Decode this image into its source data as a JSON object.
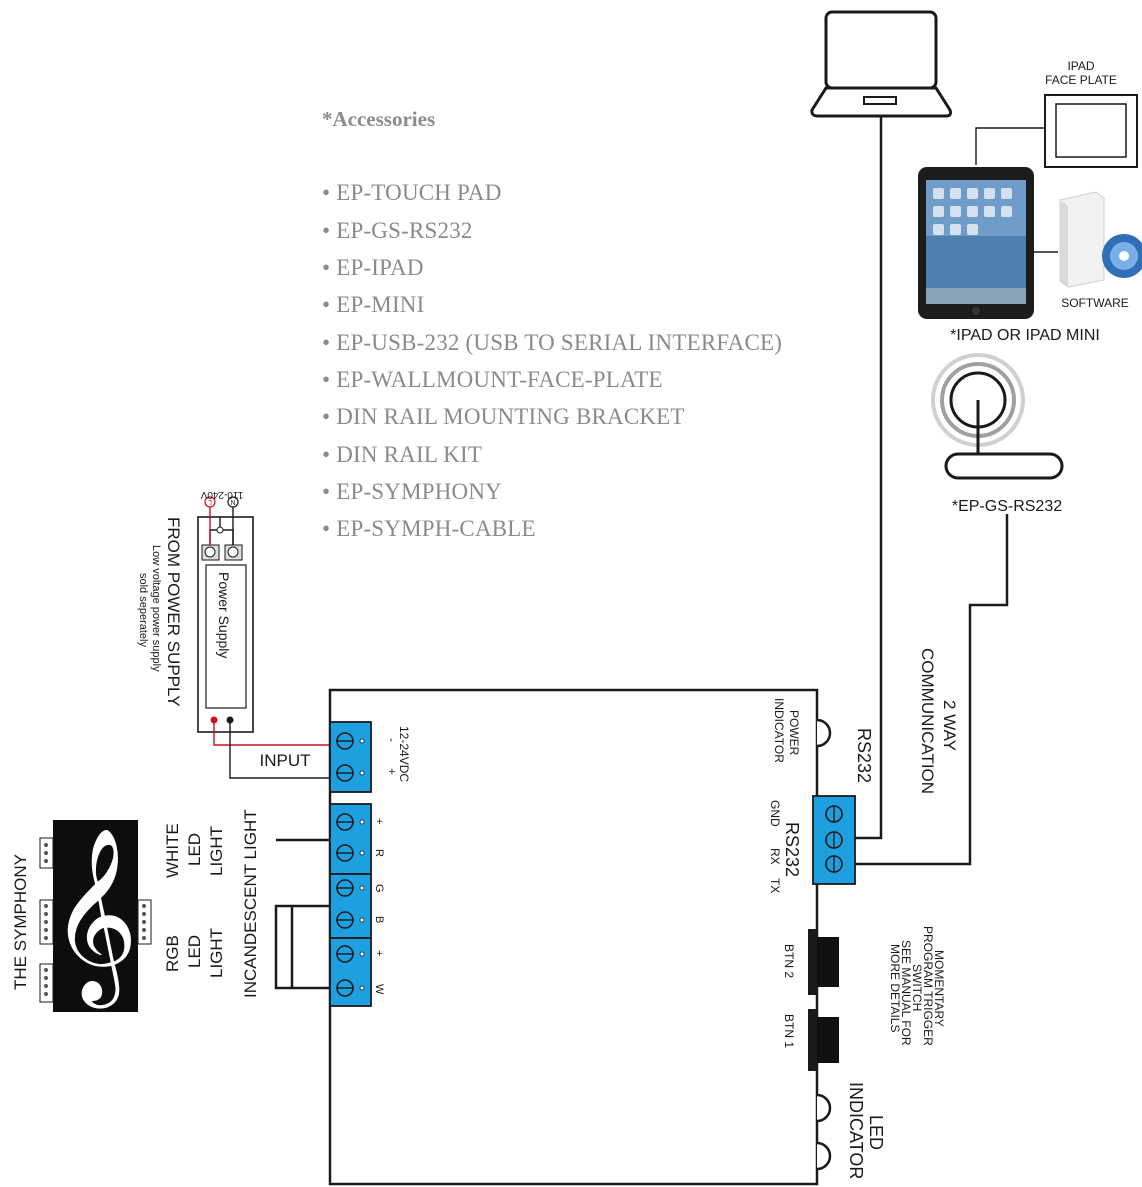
{
  "accessories": {
    "title": "*Accessories",
    "items": [
      "• EP-TOUCH PAD",
      "• EP-GS-RS232",
      "• EP-IPAD",
      "• EP-MINI",
      "• EP-USB-232 (USB TO SERIAL INTERFACE)",
      "• EP-WALLMOUNT-FACE-PLATE",
      "•  DIN RAIL MOUNTING BRACKET",
      "•  DIN RAIL KIT",
      "• EP-SYMPHONY",
      "• EP-SYMPH-CABLE"
    ]
  },
  "labels": {
    "ipad_face_plate_1": "IPAD",
    "ipad_face_plate_2": "FACE PLATE",
    "software": "SOFTWARE",
    "ipad_or_mini": "*IPAD OR IPAD MINI",
    "gateway": "*EP-GS-RS232",
    "two_way_1": "2 WAY",
    "two_way_2": "COMMUNICATION",
    "rs232_top": "RS232",
    "rs232_block": "RS232",
    "power_indicator_1": "POWER",
    "power_indicator_2": "INDICATOR",
    "gnd": "GND",
    "rx": "RX",
    "tx": "TX",
    "btn2": "BTN 2",
    "btn1": "BTN 1",
    "momentary_1": "MOMENTARY",
    "momentary_2": "PROGRAM TRIGGER",
    "momentary_3": "SWITCH",
    "momentary_4": "SEE MANUAL FOR",
    "momentary_5": "MORE DETAILS",
    "led_ind_1": "LED",
    "led_ind_2": "INDICATOR",
    "vdc": "12-24VDC",
    "minus": "-",
    "plus": "+",
    "input": "INPUT",
    "power_supply": "Power Supply",
    "ac_voltage": "110-240V",
    "from_ps_1": "FROM POWER SUPPLY",
    "from_ps_2": "Low voltage power supply",
    "from_ps_3": "sold seperately",
    "term_l": "L",
    "term_n": "N",
    "white_led_1": "WHITE",
    "white_led_2": "LED",
    "white_led_3": "LIGHT",
    "rgb_led_1": "RGB",
    "rgb_led_2": "LED",
    "rgb_led_3": "LIGHT",
    "incandescent": "INCANDESCENT LIGHT",
    "symphony": "THE SYMPHONY",
    "t_plus_1": "+",
    "t_r": "R",
    "t_g": "G",
    "t_b": "B",
    "t_plus_2": "+",
    "t_w": "W"
  },
  "colors": {
    "terminal_blue": "#1ea0e0",
    "accessory_gray": "#8a8a8a",
    "wire_red": "#d01020"
  }
}
